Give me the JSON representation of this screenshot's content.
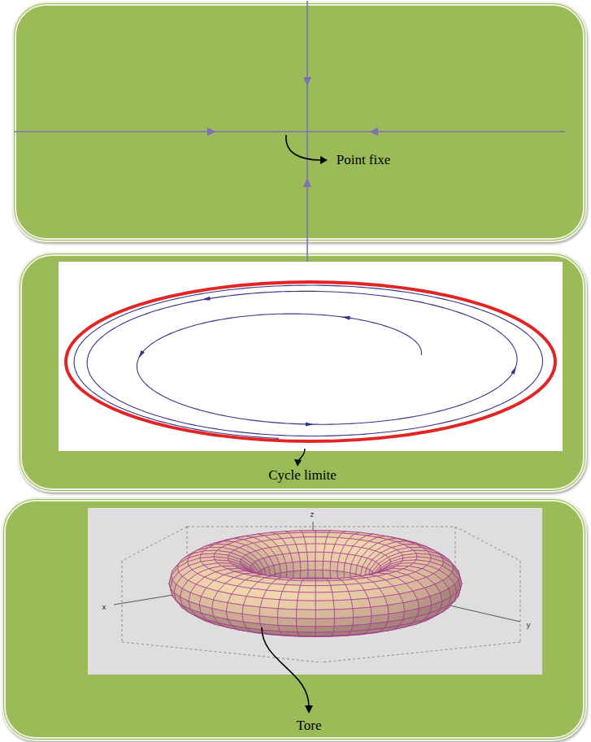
{
  "diagram": {
    "nodes": [
      {
        "text": [
          "Point fixe"
        ]
      },
      {
        "text": [
          "Cycle limite"
        ]
      },
      {
        "text": [
          "Tore"
        ]
      }
    ],
    "labels": [
      "z",
      "x",
      "y"
    ]
  }
}
